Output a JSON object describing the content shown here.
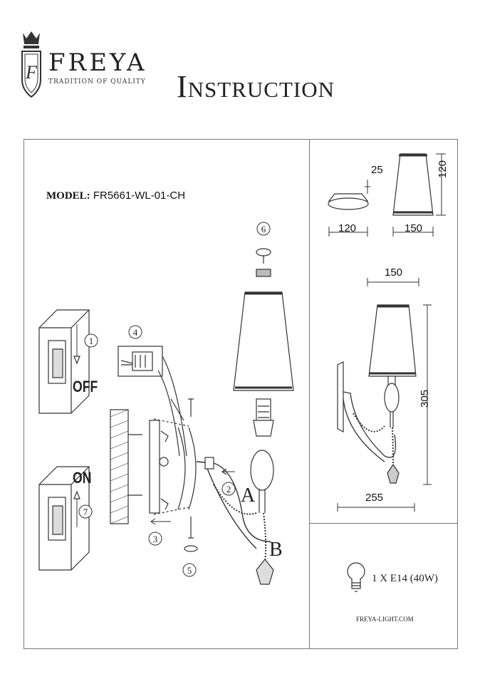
{
  "header": {
    "brand": "FREYA",
    "tagline": "TRADITION OF QUALITY",
    "title": "Instruction"
  },
  "model": {
    "label": "MODEL:",
    "value": "FR5661-WL-01-CH"
  },
  "steps": [
    "1",
    "2",
    "3",
    "4",
    "5",
    "6",
    "7"
  ],
  "switch_labels": {
    "off": "OFF",
    "on": "ON"
  },
  "parts": {
    "a": "A",
    "b": "B"
  },
  "dimensions": {
    "base_height": "25",
    "base_width": "120",
    "shade_height": "120",
    "shade_width": "150",
    "total_shade_width": "150",
    "total_height": "305",
    "total_depth": "255"
  },
  "bulb": {
    "spec": "1 X E14 (40W)"
  },
  "website": "FREYA-LIGHT.COM"
}
